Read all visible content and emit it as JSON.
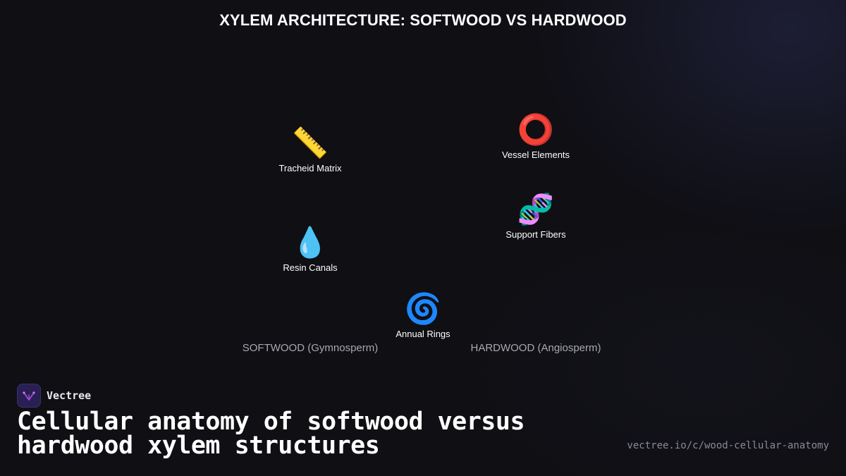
{
  "diagram": {
    "title": "XYLEM ARCHITECTURE: SOFTWOOD VS HARDWOOD",
    "nodes": [
      {
        "label": "Tracheid Matrix",
        "icon": "📏",
        "icon_name": "ruler-icon"
      },
      {
        "label": "Vessel Elements",
        "icon": "⭕",
        "icon_name": "circle-icon"
      },
      {
        "label": "Support Fibers",
        "icon": "🧬",
        "icon_name": "dna-icon"
      },
      {
        "label": "Resin Canals",
        "icon": "💧",
        "icon_name": "droplet-icon"
      },
      {
        "label": "Annual Rings",
        "icon": "🌀",
        "icon_name": "cyclone-icon"
      }
    ],
    "groups": {
      "softwood": "SOFTWOOD (Gymnosperm)",
      "hardwood": "HARDWOOD (Angiosperm)"
    }
  },
  "footer": {
    "brand": "Vectree",
    "headline": "Cellular anatomy of softwood versus hardwood xylem structures",
    "url": "vectree.io/c/wood-cellular-anatomy"
  },
  "colors": {
    "background": "#0f0f14",
    "text": "#ffffff",
    "group_label": "#a8a8b0",
    "url": "#8a8a94",
    "logo_bg": "#2a1f52",
    "logo_accent": "#a24ad8"
  }
}
